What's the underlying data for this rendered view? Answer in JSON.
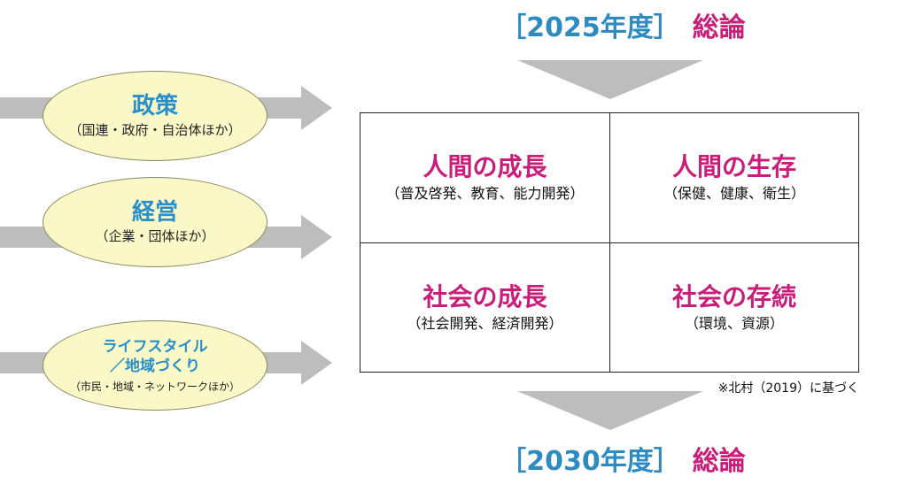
{
  "top_heading": {
    "year": "［2025年度］",
    "label": "総論"
  },
  "bottom_heading": {
    "year": "［2030年度］",
    "label": "総論"
  },
  "left_inputs": [
    {
      "title": "政策",
      "subtitle": "（国連・政府・自治体ほか）"
    },
    {
      "title": "経営",
      "subtitle": "（企業・団体ほか）"
    },
    {
      "title_line1": "ライフスタイル",
      "title_line2": "／地域づくり",
      "subtitle": "（市民・地域・ネットワークほか）"
    }
  ],
  "matrix": [
    {
      "title": "人間の成長",
      "subtitle": "（普及啓発、教育、能力開発）"
    },
    {
      "title": "人間の生存",
      "subtitle": "（保健、健康、衛生）"
    },
    {
      "title": "社会の成長",
      "subtitle": "（社会開発、経済開発）"
    },
    {
      "title": "社会の存続",
      "subtitle": "（環境、資源）"
    }
  ],
  "note": "※北村（2019）に基づく",
  "colors": {
    "year_blue": "#2e8bc0",
    "accent_magenta": "#c81e7a",
    "ellipse_fill": "#fbf8c8",
    "arrow_gray": "#bdbdbd"
  }
}
